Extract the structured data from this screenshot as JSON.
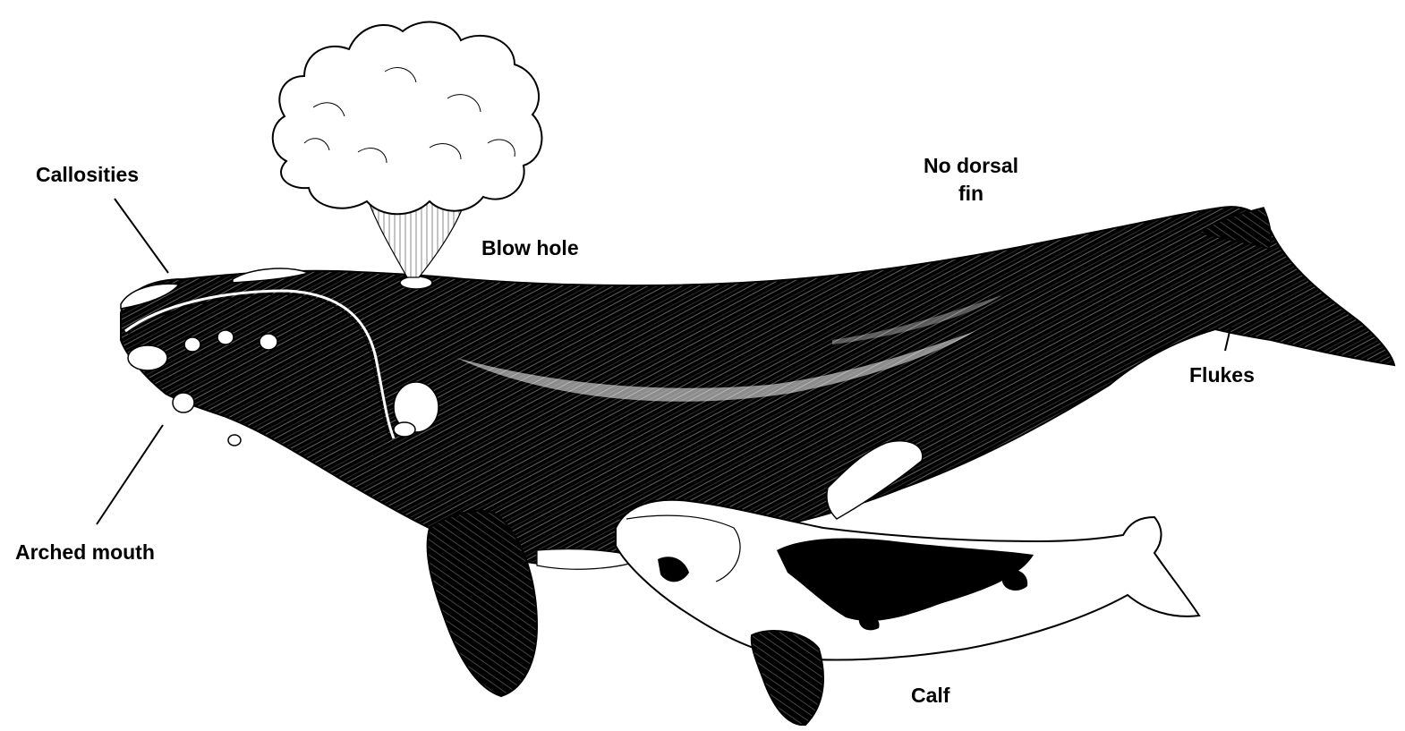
{
  "labels": {
    "callosities": "Callosities",
    "no_dorsal_fin": [
      "No dorsal",
      "fin"
    ],
    "blow_hole": "Blow hole",
    "flukes": "Flukes",
    "arched_mouth": "Arched mouth",
    "calf": "Calf"
  },
  "colors": {
    "ink": "#000000",
    "background": "#ffffff"
  }
}
